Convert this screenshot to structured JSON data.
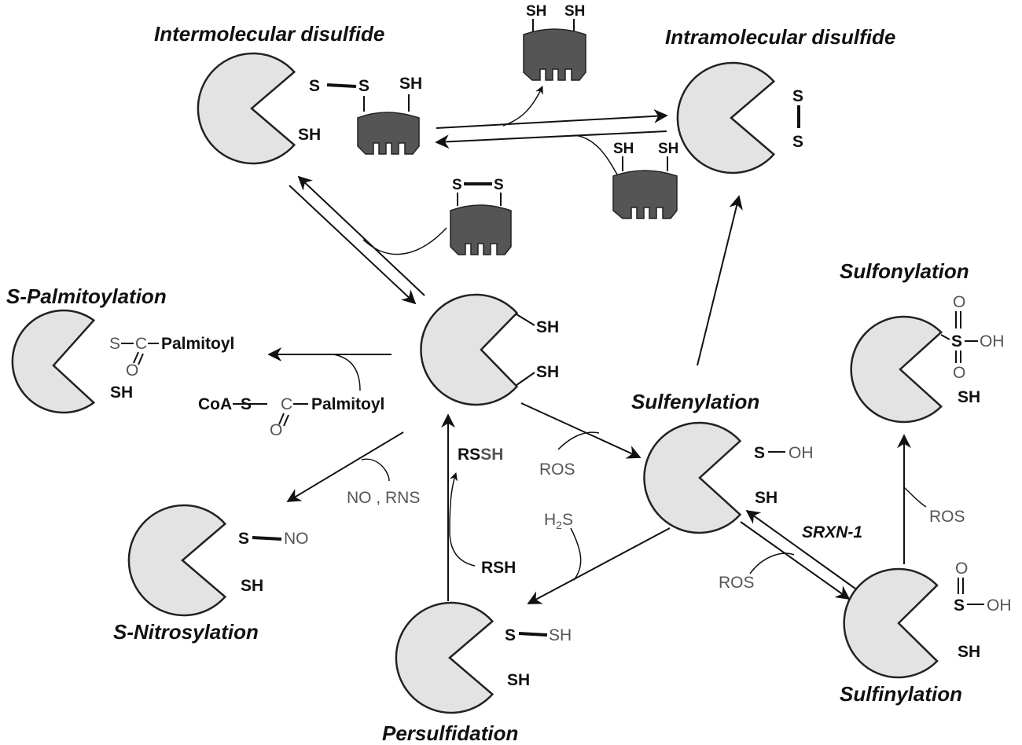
{
  "titles": {
    "intermolecular": "Intermolecular disulfide",
    "intramolecular": "Intramolecular disulfide",
    "palmitoylation": "S-Palmitoylation",
    "sulfonylation": "Sulfonylation",
    "sulfenylation": "Sulfenylation",
    "nitrosylation": "S-Nitrosylation",
    "persulfidation": "Persulfidation",
    "sulfinylation": "Sulfinylation"
  },
  "groups": {
    "s": "S",
    "sh": "SH",
    "oh": "OH",
    "o": "O",
    "c": "C",
    "no": "NO",
    "palmitoyl": "Palmitoyl",
    "coa": "CoA"
  },
  "reagents": {
    "ros": "ROS",
    "no_rns": "NO , RNS",
    "rs_bold": "RS",
    "rs_grey": "SH",
    "rsh": "RSH",
    "h2s_h": "H",
    "h2s_sub": "2",
    "h2s_s": "S",
    "srxn": "SRXN-1"
  },
  "colors": {
    "protein_fill": "#e3e3e3",
    "thioredoxin_fill": "#555555",
    "grey_text": "#555555"
  }
}
